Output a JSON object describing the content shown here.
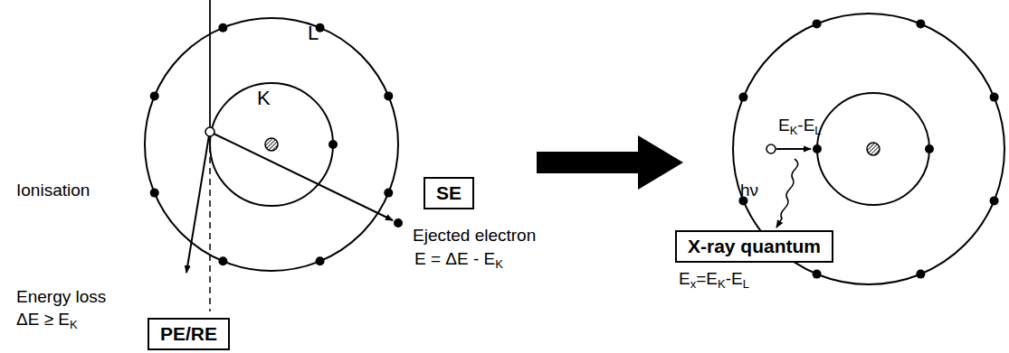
{
  "diagram": {
    "nodes": [
      {
        "text": [
          "SE"
        ]
      },
      {
        "text": [
          "PE/RE"
        ]
      },
      {
        "text": [
          "X-ray quantum"
        ]
      }
    ],
    "labels": [
      "L",
      "K",
      "Ionisation",
      "Energy loss",
      "ΔE ≥ E",
      "K",
      "Ejected electron",
      "E = ΔE - E",
      "K",
      "E",
      "K",
      "-E",
      "L",
      "hν",
      "E",
      "x",
      "=E",
      "K",
      "-E",
      "L"
    ]
  }
}
